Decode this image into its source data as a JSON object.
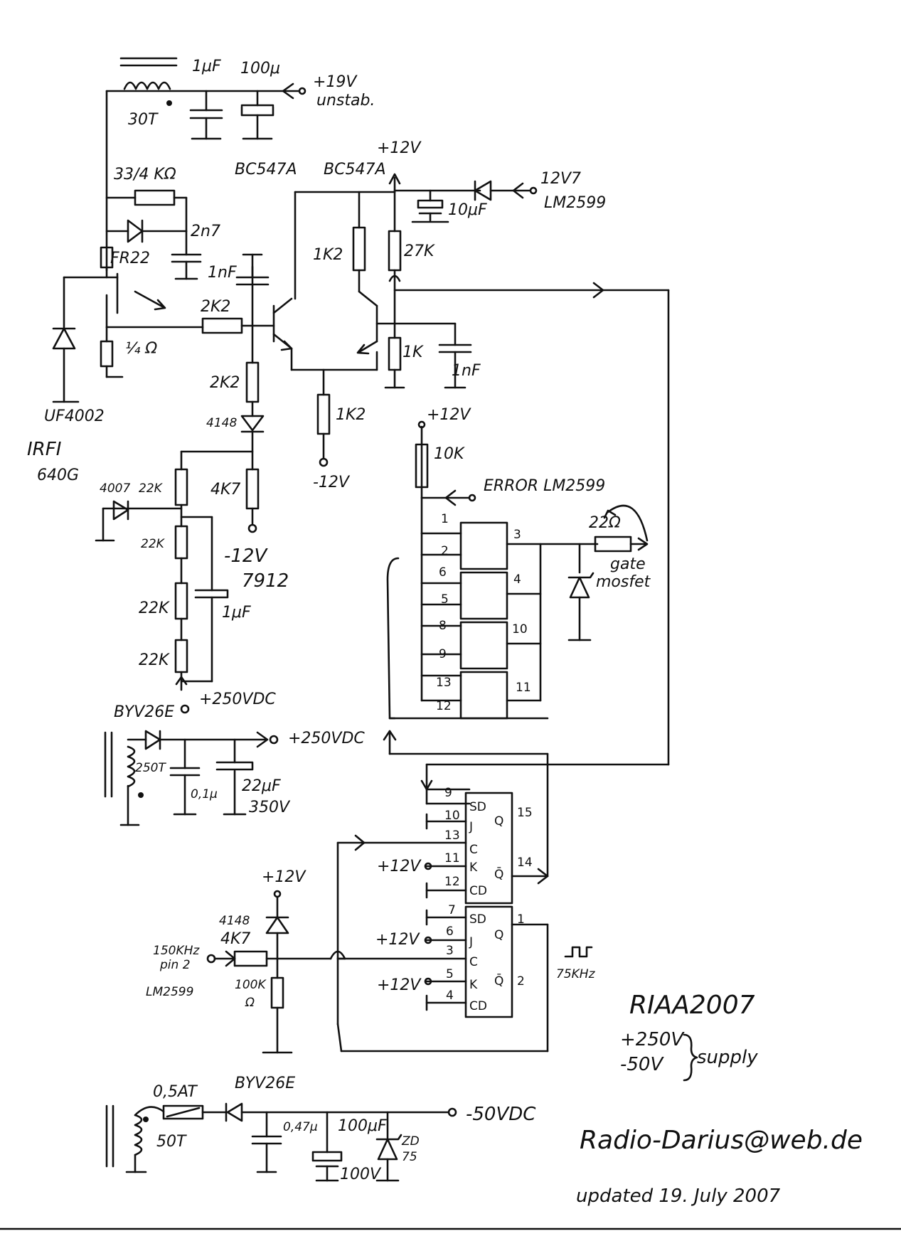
{
  "title": {
    "name": "RIAA2007",
    "supply_pos": "+250V",
    "supply_neg": "-50V",
    "supply_word": "supply"
  },
  "footer": {
    "email": "Radio-Darius@web.de",
    "updated": "updated 19. July 2007"
  },
  "labels": {
    "c_1uF": "1μF",
    "c_100u": "100μ",
    "vin": "+19V",
    "unstab": "unstab.",
    "coil30": "30T",
    "plus12": "+12V",
    "r_33_4k": "33/4 KΩ",
    "bc1": "BC547A",
    "bc2": "BC547A",
    "v12v7": "12V7",
    "lm2599": "LM2599",
    "c_10uF": "10μF",
    "c_2n7": "2n7",
    "fr22": "FR22",
    "c_1nF": "1nF",
    "r_1k2": "1K2",
    "r_27k": "27K",
    "r_2k2": "2K2",
    "r_1k": "1K",
    "r_quarter": "¼ Ω",
    "uf4002": "UF4002",
    "d_4148": "4148",
    "r_10k": "10K",
    "irfi": "IRFI",
    "irfi_suffix": "640G",
    "minus12": "-12V",
    "error_lm": "ERROR LM2599",
    "d_4007": "4007",
    "r_22k": "22K",
    "r_4k7": "4K7",
    "r_22ohm": "22Ω",
    "gate": "gate",
    "mosfet": "mosfet",
    "reg7912": "7912",
    "plus250": "+250VDC",
    "byv26e": "BYV26E",
    "coil250": "250T",
    "c_01u": "0,1μ",
    "c_22uF": "22μF",
    "v350": "350V",
    "in150": "150KHz",
    "pin2": "pin 2",
    "f75": "75KHz",
    "r_100k": "100K",
    "ohm": "Ω",
    "fuse": "0,5AT",
    "minus50": "-50VDC",
    "c_047u": "0,47μ",
    "c_100uF": "100μF",
    "zd": "ZD",
    "zd75": "75",
    "coil50": "50T",
    "v100": "100V"
  },
  "pins": {
    "p1": "1",
    "p2": "2",
    "p3": "3",
    "p4": "4",
    "p5": "5",
    "p6": "6",
    "p7": "7",
    "p8": "8",
    "p9": "9",
    "p10": "10",
    "p11": "11",
    "p12": "12",
    "p13": "13",
    "p14": "14",
    "p15": "15",
    "sd": "SD",
    "j": "J",
    "k": "K",
    "c": "C",
    "cd": "CD",
    "q": "Q",
    "qbar": "Q̄"
  }
}
